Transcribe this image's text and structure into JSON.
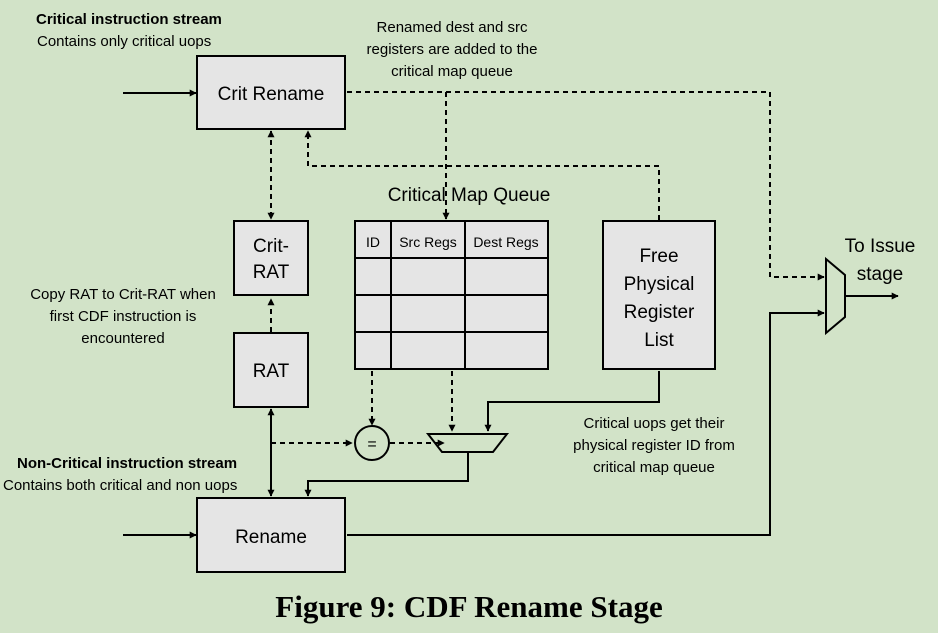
{
  "labels": {
    "critical_stream_title": "Critical instruction stream",
    "critical_stream_desc": "Contains only critical uops",
    "renamed_note_1": "Renamed dest and src",
    "renamed_note_2": "registers are added to the",
    "renamed_note_3": "critical map queue",
    "noncritical_stream_title": "Non-Critical instruction stream",
    "noncritical_stream_desc": "Contains both critical and non uops",
    "copy_note_1": "Copy RAT to Crit-RAT when",
    "copy_note_2": "first CDF instruction is",
    "copy_note_3": "encountered",
    "uops_note_1": "Critical uops get their",
    "uops_note_2": "physical register ID from",
    "uops_note_3": "critical map queue",
    "issue_1": "To Issue",
    "issue_2": "stage"
  },
  "blocks": {
    "crit_rename": "Crit Rename",
    "crit_rat_1": "Crit-",
    "crit_rat_2": "RAT",
    "rat": "RAT",
    "rename": "Rename",
    "free_list_1": "Free",
    "free_list_2": "Physical",
    "free_list_3": "Register",
    "free_list_4": "List",
    "comparator": "="
  },
  "map_queue": {
    "title": "Critical Map Queue",
    "columns": [
      "ID",
      "Src Regs",
      "Dest Regs"
    ]
  },
  "caption": "Figure 9: CDF Rename Stage"
}
